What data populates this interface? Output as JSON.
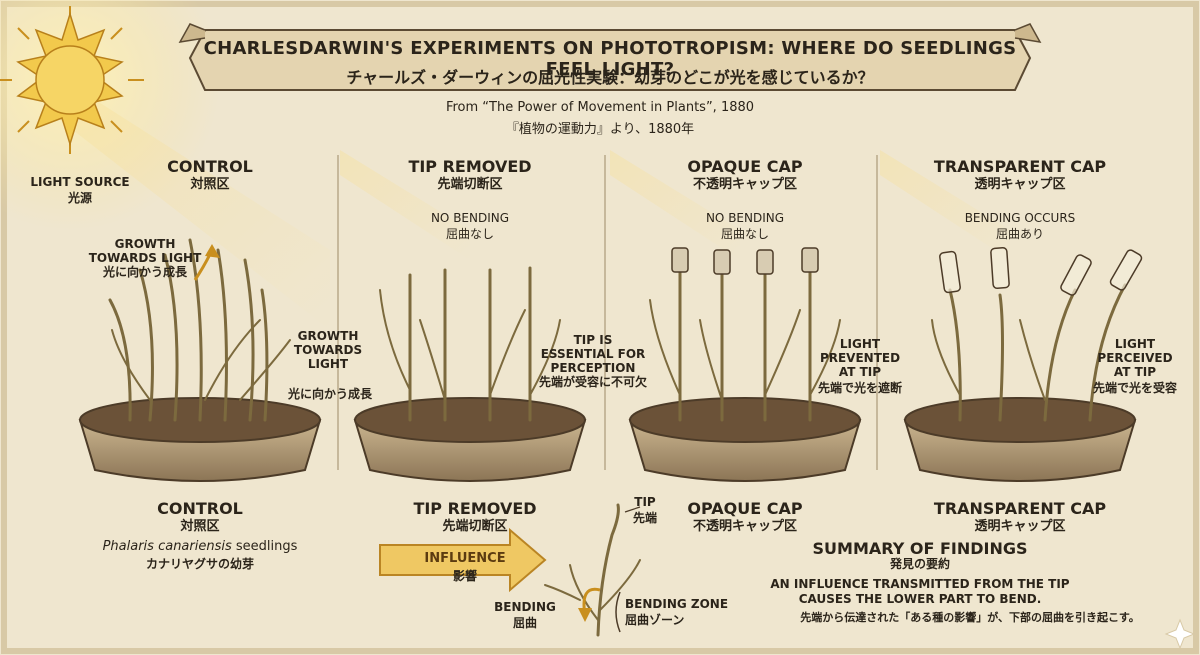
{
  "title": {
    "en": "CHARLESDARWIN'S EXPERIMENTS ON PHOTOTROPISM: WHERE DO SEEDLINGS FEEL LIGHT?",
    "ja": "チャールズ・ダーウィンの屈光性実験：幼芽のどこが光を感じているか？"
  },
  "source": {
    "en": "From “The Power of Movement in Plants”, 1880",
    "ja": "『植物の運動力』より、1880年"
  },
  "light_source": {
    "en": "LIGHT SOURCE",
    "ja": "光源"
  },
  "panels": [
    {
      "title_en": "CONTROL",
      "title_ja": "対照区",
      "note_en": "GROWTH\nTOWARDS LIGHT",
      "note_ja": "光に向かう成長"
    },
    {
      "title_en": "TIP REMOVED",
      "title_ja": "先端切断区",
      "note_en": "NO BENDING",
      "note_ja": "屈曲なし"
    },
    {
      "title_en": "OPAQUE CAP",
      "title_ja": "不透明キャップ区",
      "note_en": "NO BENDING",
      "note_ja": "屈曲なし"
    },
    {
      "title_en": "TRANSPARENT CAP",
      "title_ja": "透明キャップ区",
      "note_en": "BENDING OCCURS",
      "note_ja": "屈曲あり"
    }
  ],
  "side_notes": [
    {
      "en": "GROWTH\nTOWARDS\nLIGHT",
      "ja": "光に向かう成長"
    },
    {
      "en": "TIP IS\nESSENTIAL FOR\nPERCEPTION",
      "ja": "先端が受容に不可欠"
    },
    {
      "en": "LIGHT\nPREVENTED\nAT TIP",
      "ja": "先端で光を遮断"
    },
    {
      "en": "LIGHT\nPERCEIVED\nAT TIP",
      "ja": "先端で光を受容"
    }
  ],
  "bottom_labels": [
    {
      "en": "CONTROL",
      "ja": "対照区"
    },
    {
      "en": "TIP REMOVED",
      "ja": "先端切断区"
    },
    {
      "en": "OPAQUE CAP",
      "ja": "不透明キャップ区"
    },
    {
      "en": "TRANSPARENT CAP",
      "ja": "透明キャップ区"
    }
  ],
  "species": {
    "latin": "Phalaris canariensis",
    "en_suffix": " seedlings",
    "ja": "カナリヤグサの幼芽"
  },
  "influence": {
    "en": "INFLUENCE",
    "ja": "影響"
  },
  "tip": {
    "en": "TIP",
    "ja": "先端"
  },
  "bending": {
    "en": "BENDING",
    "ja": "屈曲"
  },
  "bending_zone": {
    "en": "BENDING ZONE",
    "ja": "屈曲ゾーン"
  },
  "summary": {
    "title_en": "SUMMARY OF FINDINGS",
    "title_ja": "発見の要約",
    "line1": "AN INFLUENCE TRANSMITTED FROM THE TIP",
    "line2": "CAUSES THE LOWER PART TO BEND.",
    "ja": "先端から伝達された「ある種の影響」が、下部の屈曲を引き起こす。"
  },
  "colors": {
    "paper": "#efe6cf",
    "ink": "#2b241a",
    "sun": "#f2c94c",
    "arrow": "#e8b84a",
    "pot": "#b9a27c",
    "soil": "#6b5238",
    "plant": "#7c6a3e"
  }
}
